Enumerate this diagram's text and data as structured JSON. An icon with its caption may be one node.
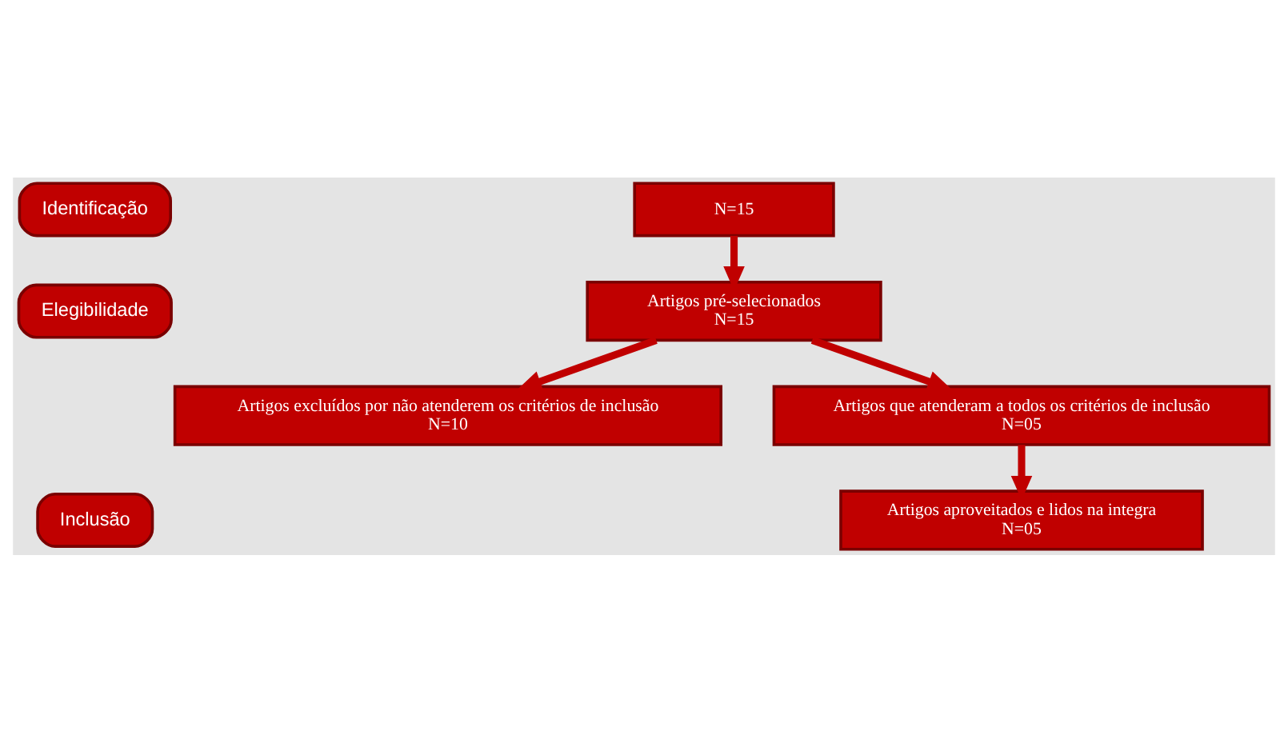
{
  "diagram": {
    "nodes": [
      {
        "text": [
          "Identificação"
        ]
      },
      {
        "text": [
          "Elegibilidade"
        ]
      },
      {
        "text": [
          "Inclusão"
        ]
      },
      {
        "text": [
          "N=15"
        ]
      },
      {
        "text": [
          "Artigos pré-selecionados",
          "N=15"
        ]
      },
      {
        "text": [
          "Artigos excluídos por não atenderem os critérios de inclusão",
          "N=10"
        ]
      },
      {
        "text": [
          "Artigos que atenderam a todos os critérios de inclusão",
          "N=05"
        ]
      },
      {
        "text": [
          "Artigos aproveitados e lidos na integra",
          "N=05"
        ]
      }
    ],
    "edges": [
      {
        "from": 3,
        "to": 4,
        "arrow": "to"
      },
      {
        "from": 4,
        "to": 5,
        "arrow": "to"
      },
      {
        "from": 4,
        "to": 6,
        "arrow": "to"
      },
      {
        "from": 6,
        "to": 7,
        "arrow": "to"
      }
    ]
  }
}
